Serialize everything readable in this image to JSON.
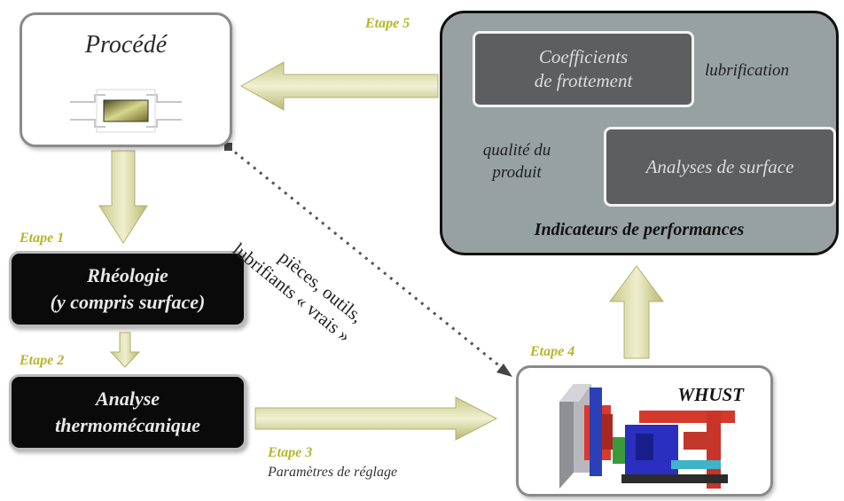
{
  "procede": {
    "title": "Procédé"
  },
  "steps": {
    "etape1": "Etape 1",
    "etape2": "Etape 2",
    "etape3": "Etape 3",
    "etape4": "Etape 4",
    "etape5": "Etape 5"
  },
  "rheologie": {
    "line1": "Rhéologie",
    "line2": "(y compris surface)"
  },
  "analyse": {
    "line1": "Analyse",
    "line2": "thermomécanique"
  },
  "parametres": "Paramètres de réglage",
  "indicateurs": {
    "coef_line1": "Coefficients",
    "coef_line2": "de frottement",
    "lubrification": "lubrification",
    "qualite_line1": "qualité du",
    "qualite_line2": "produit",
    "surface": "Analyses de surface",
    "title": "Indicateurs de performances"
  },
  "whust": {
    "title": "WHUST"
  },
  "diagonal_label": {
    "line1": "pièces, outils,",
    "line2": "lubrifiants « vrais »"
  },
  "colors": {
    "arrow_fill": "#dcdca6",
    "etape_text": "#b7b42a",
    "indicator_bg": "#97a1a1",
    "inner_box": "#5d5e60",
    "dark_box": "#0a0a0a"
  }
}
